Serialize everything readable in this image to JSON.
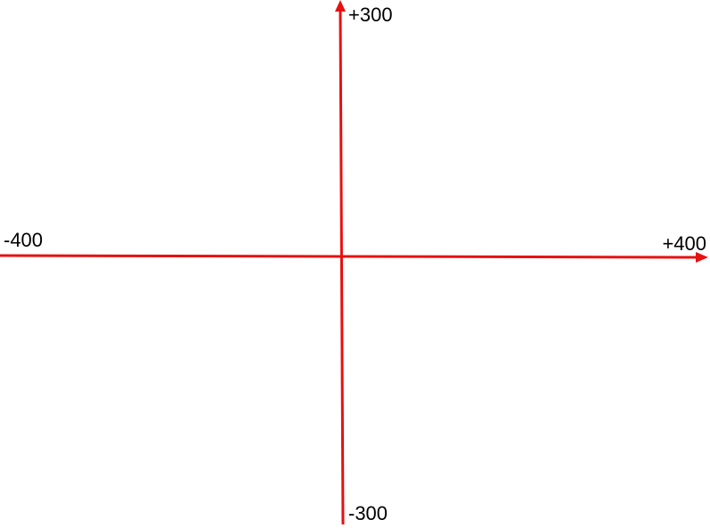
{
  "axes": {
    "x": {
      "min_label": "-400",
      "max_label": "+400"
    },
    "y": {
      "min_label": "-300",
      "max_label": "+300"
    }
  },
  "colors": {
    "axis": "#e81010",
    "label": "#000000",
    "background": "#ffffff"
  }
}
